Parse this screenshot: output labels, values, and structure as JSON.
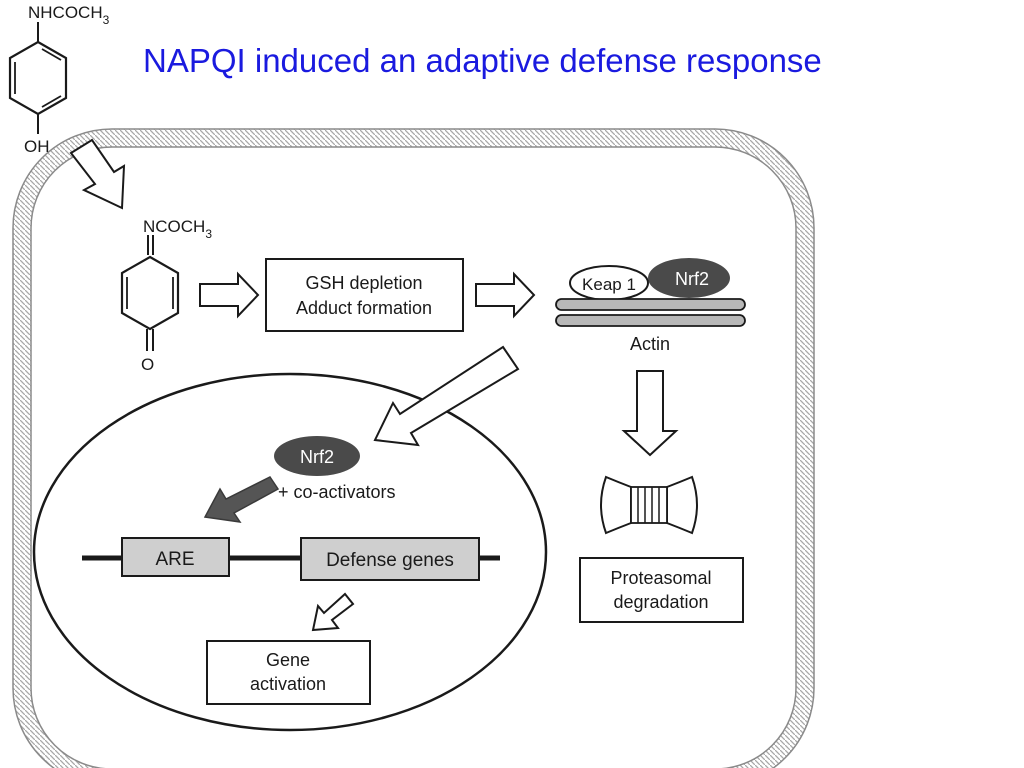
{
  "slide": {
    "title": "NAPQI induced an adaptive defense response"
  },
  "molecules": {
    "acetaminophen": {
      "group_top": "NHCOCH",
      "group_top_sub": "3",
      "group_bottom": "OH"
    },
    "napqi": {
      "group_top": "NCOCH",
      "group_top_sub": "3",
      "group_bottom": "O"
    }
  },
  "boxes": {
    "gsh_line1": "GSH depletion",
    "gsh_line2": "Adduct formation",
    "proteasomal_line1": "Proteasomal",
    "proteasomal_line2": "degradation",
    "gene_line1": "Gene",
    "gene_line2": "activation"
  },
  "labels": {
    "keap1": "Keap 1",
    "nrf2_complex": "Nrf2",
    "actin": "Actin",
    "nrf2_nucleus": "Nrf2",
    "coactivators": "+ co-activators",
    "are": "ARE",
    "defense_genes": "Defense genes"
  },
  "colors": {
    "title": "#1a1adf",
    "nrf2_fill": "#4a4a4a",
    "membrane_stroke": "#9a9a9a",
    "gene_box_fill": "#cfcfcf",
    "dark_arrow": "#555555"
  }
}
